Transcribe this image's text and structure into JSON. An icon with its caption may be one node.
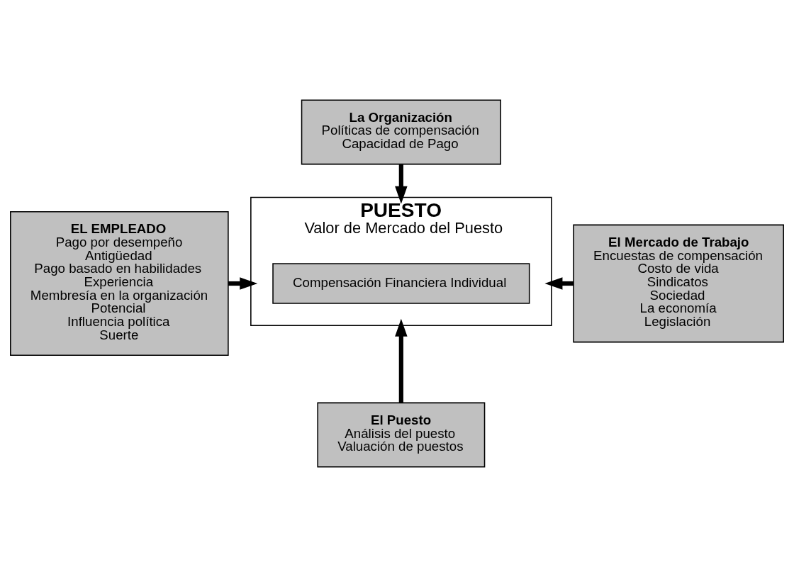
{
  "diagram": {
    "nodes": [
      {
        "text": [
          "La Organización",
          "Políticas de compensación",
          "Capacidad de Pago"
        ]
      },
      {
        "text": [
          "EL EMPLEADO",
          "Pago por desempeño",
          "Antigüedad",
          "Pago basado en habilidades",
          "Experiencia",
          "Membresía en la organización",
          "Potencial",
          "Influencia política",
          "Suerte"
        ]
      },
      {
        "text": [
          "PUESTO",
          "Valor de Mercado del Puesto"
        ]
      },
      {
        "text": [
          "Compensación Financiera Individual"
        ],
        "in": 2
      },
      {
        "text": [
          "El Mercado de Trabajo",
          "Encuestas de compensación",
          "Costo de vida",
          "Sindicatos",
          "Sociedad",
          "La economía",
          "Legislación"
        ]
      },
      {
        "text": [
          "El Puesto",
          "Análisis del puesto",
          "Valuación de puestos"
        ]
      }
    ],
    "edges": [
      {
        "from": 0,
        "to": 2,
        "arrow": "to"
      },
      {
        "from": 1,
        "to": 2,
        "arrow": "to"
      },
      {
        "from": 4,
        "to": 2,
        "arrow": "to"
      },
      {
        "from": 5,
        "to": 2,
        "arrow": "to"
      }
    ]
  }
}
